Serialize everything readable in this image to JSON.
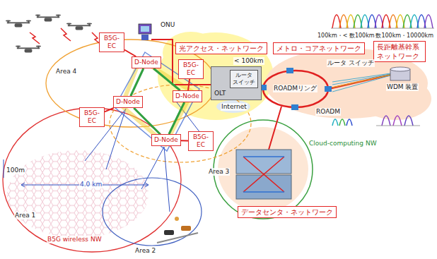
{
  "diagram": {
    "nodes": [
      {
        "text": [
          "光アクセス・ネットワーク"
        ]
      },
      {
        "text": [
          "メトロ・コアネットワーク"
        ]
      },
      {
        "text": [
          "長距離基幹系 ネットワーク"
        ]
      },
      {
        "text": [
          "OLT"
        ]
      },
      {
        "text": [
          "ルータ スイッチ"
        ],
        "in": 3
      },
      {
        "text": [
          "B5G-EC"
        ]
      },
      {
        "text": [
          "D-Node"
        ]
      },
      {
        "text": [
          "B5G-EC"
        ]
      },
      {
        "text": [
          "D-Node"
        ]
      },
      {
        "text": [
          "D-Node"
        ]
      },
      {
        "text": [
          "B5G-EC"
        ]
      },
      {
        "text": [
          "D-Node"
        ]
      },
      {
        "text": [
          "B5G-EC"
        ]
      },
      {
        "text": [
          "データセンタ・ネットワーク"
        ]
      }
    ],
    "edges": [
      {
        "from": 5,
        "to": 6,
        "arrow": "none"
      },
      {
        "from": 7,
        "to": 8,
        "arrow": "none"
      },
      {
        "from": 10,
        "to": 9,
        "arrow": "none"
      },
      {
        "from": 12,
        "to": 11,
        "arrow": "none"
      },
      {
        "from": 6,
        "to": 8,
        "arrow": "none"
      },
      {
        "from": 8,
        "to": 11,
        "arrow": "none"
      },
      {
        "from": 11,
        "to": 9,
        "arrow": "none"
      },
      {
        "from": 9,
        "to": 6,
        "arrow": "none"
      }
    ],
    "labels": [
      "ONU",
      "< 100km",
      "Internet",
      "ルータ スイッチ",
      "ROADM",
      "ROADMリング",
      "WDM 装置",
      "100km・< 数100km",
      "数100km・10000km",
      "Cloud-computing NW",
      "Area 4",
      "Area 3",
      "Area 1",
      "Area 2",
      "B5G wireless NW",
      "4.0 km",
      "100m"
    ]
  }
}
